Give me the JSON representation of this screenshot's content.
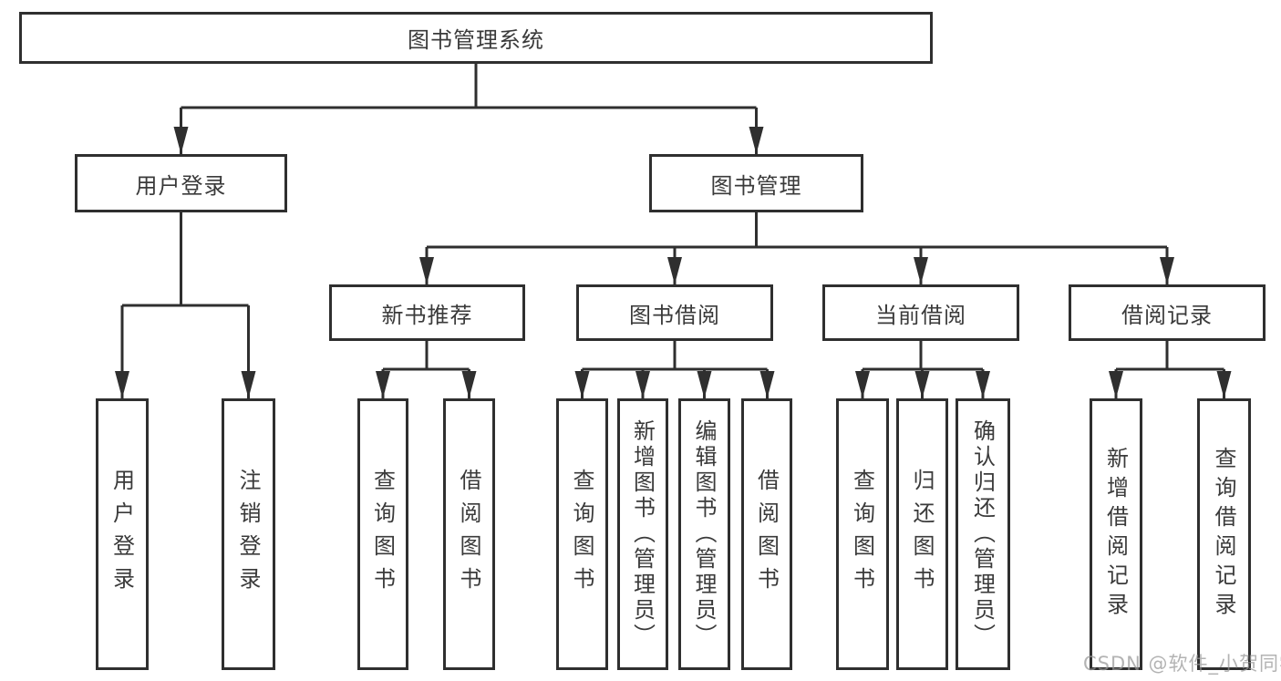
{
  "tree": {
    "root": "图书管理系统",
    "branches": [
      {
        "label": "用户登录",
        "children": [
          "用户登录",
          "注销登录"
        ]
      },
      {
        "label": "图书管理",
        "sections": [
          {
            "label": "新书推荐",
            "children": [
              "查询图书",
              "借阅图书"
            ]
          },
          {
            "label": "图书借阅",
            "children": [
              "查询图书",
              "新增图书（管理员）",
              "编辑图书（管理员）",
              "借阅图书"
            ]
          },
          {
            "label": "当前借阅",
            "children": [
              "查询图书",
              "归还图书",
              "确认归还（管理员）"
            ]
          },
          {
            "label": "借阅记录",
            "children": [
              "新增借阅记录",
              "查询借阅记录"
            ]
          }
        ]
      }
    ]
  },
  "watermark": {
    "text": "CSDN @软件_小贺同学"
  },
  "colors": {
    "line": "#2f2f2f",
    "border": "#2f2f2f",
    "text": "#3a3a3a",
    "watermark": "#969696",
    "background": "#ffffff"
  }
}
